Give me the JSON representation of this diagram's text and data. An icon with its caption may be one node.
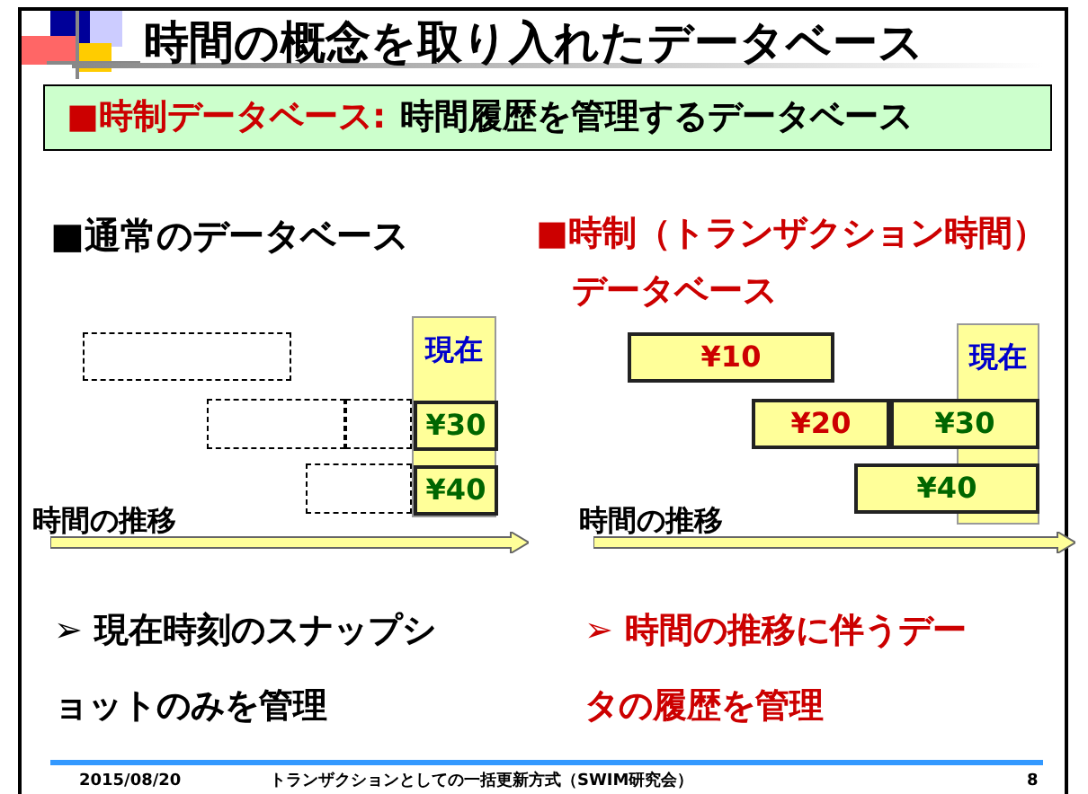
{
  "diagram": {
    "title": "時間の概念を取り入れたデータベース",
    "nodes": [
      {
        "text": [
          "■時制データベース:",
          "時間履歴を管理するデータベース"
        ]
      },
      {
        "text": [
          "現在"
        ]
      },
      {
        "text": [
          "¥30"
        ],
        "in": 1
      },
      {
        "text": [
          "¥40"
        ],
        "in": 1
      },
      {
        "text": [],
        "shape": "box"
      },
      {
        "text": [],
        "shape": "box"
      },
      {
        "text": [],
        "shape": "box"
      },
      {
        "text": [],
        "shape": "box"
      },
      {
        "text": [
          "¥10"
        ]
      },
      {
        "text": [
          "現在"
        ]
      },
      {
        "text": [
          "¥20"
        ]
      },
      {
        "text": [
          "¥30"
        ]
      },
      {
        "text": [
          "¥40"
        ]
      }
    ],
    "edges": [],
    "labels": [
      "■通常のデータベース",
      "■時制（トランザクション時間）",
      "データベース",
      "時間の推移",
      "時間の推移",
      "➢ 現在時刻のスナップショットのみを管理",
      "➢ 時間の推移に伴うデータの履歴を管理",
      "2015/08/20",
      "トランザクションとしての一括更新方式（SWIM研究会）",
      "8"
    ]
  }
}
